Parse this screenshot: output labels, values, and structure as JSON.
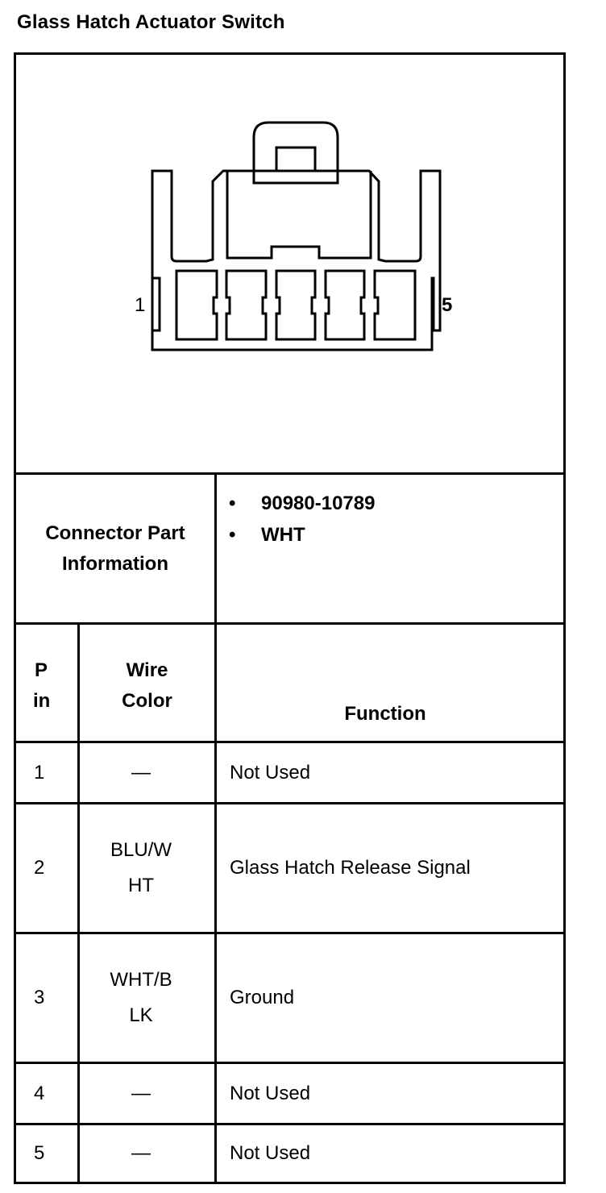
{
  "title": "Glass Hatch Actuator Switch",
  "diagram": {
    "pin_first_label": "1",
    "pin_last_label": "5"
  },
  "connector_info": {
    "label": "Connector Part Information",
    "items": [
      "90980-10789",
      "WHT"
    ]
  },
  "table": {
    "headers": {
      "pin": "P in",
      "wire_color": "Wire Color",
      "function": "Function"
    },
    "rows": [
      {
        "pin": "1",
        "wire_color": "—",
        "function": "Not Used"
      },
      {
        "pin": "2",
        "wire_color": "BLU/W HT",
        "function": "Glass Hatch Release Signal"
      },
      {
        "pin": "3",
        "wire_color": "WHT/B LK",
        "function": "Ground"
      },
      {
        "pin": "4",
        "wire_color": "—",
        "function": "Not Used"
      },
      {
        "pin": "5",
        "wire_color": "—",
        "function": "Not Used"
      }
    ]
  }
}
